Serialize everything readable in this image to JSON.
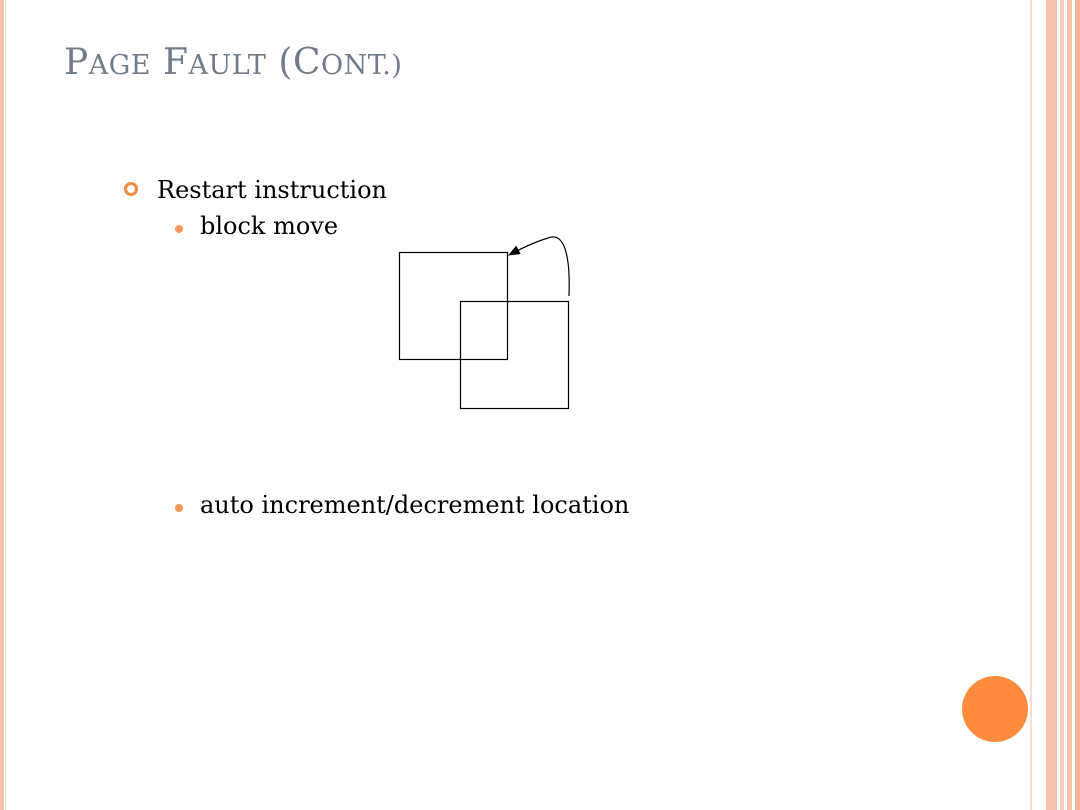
{
  "slide": {
    "title_first_initial": "P",
    "title_first_rest": "AGE",
    "title_second_initial": "F",
    "title_second_rest": "AULT",
    "title_paren_open": "(C",
    "title_paren_rest": "ONT.)",
    "bullets": [
      {
        "label": "Restart instruction",
        "sub_items": [
          {
            "label": "block move"
          },
          {
            "label": "auto increment/decrement location"
          }
        ]
      }
    ]
  },
  "colors": {
    "title": "#707b8c",
    "bullet_ring": "#f38b3c",
    "bullet_dot": "#f59a5a",
    "accent_circle": "#fd8b3d",
    "side_stripe": "#f6c2ad"
  },
  "icons": {
    "level1_bullet": "ring-bullet-icon",
    "level2_bullet": "dot-bullet-icon",
    "decoration": "orange-circle"
  }
}
